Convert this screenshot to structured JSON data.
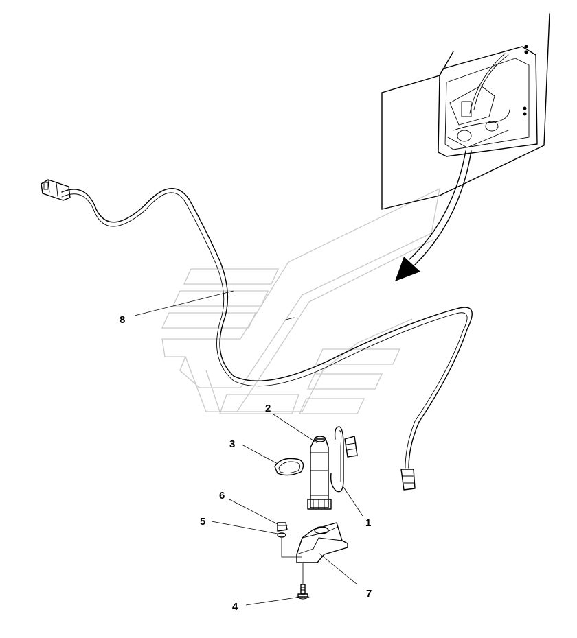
{
  "diagram": {
    "callouts": [
      {
        "id": "1",
        "label": "1"
      },
      {
        "id": "2",
        "label": "2"
      },
      {
        "id": "3",
        "label": "3"
      },
      {
        "id": "4",
        "label": "4"
      },
      {
        "id": "5",
        "label": "5"
      },
      {
        "id": "6",
        "label": "6"
      },
      {
        "id": "7",
        "label": "7"
      },
      {
        "id": "8",
        "label": "8"
      }
    ],
    "colors": {
      "ink": "#000000",
      "watermark": "#c9c9c9",
      "background": "#ffffff"
    }
  }
}
